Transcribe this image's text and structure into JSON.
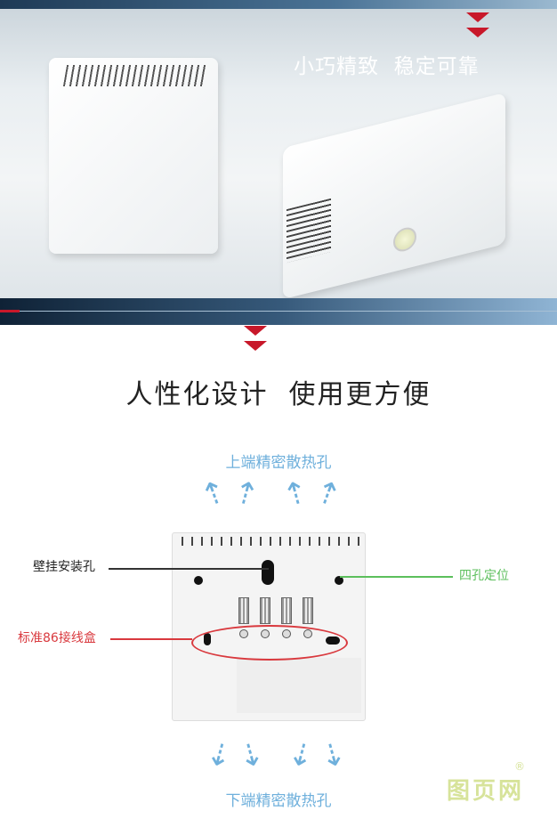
{
  "section1": {
    "slogan": "小巧精致  稳定可靠"
  },
  "section2": {
    "title": "人性化设计  使用更方便",
    "top_label": "上端精密散热孔",
    "bottom_label": "下端精密散热孔",
    "callouts": {
      "wall_mount": "壁挂安装孔",
      "four_holes": "四孔定位",
      "junction_box": "标准86接线盒"
    },
    "colors": {
      "accent_red": "#c8182a",
      "heat_blue": "#6fb0dc",
      "callout_green": "#5cbf5c",
      "callout_red": "#d9393e"
    }
  },
  "watermark": {
    "text": "图页网",
    "registered": "®"
  }
}
